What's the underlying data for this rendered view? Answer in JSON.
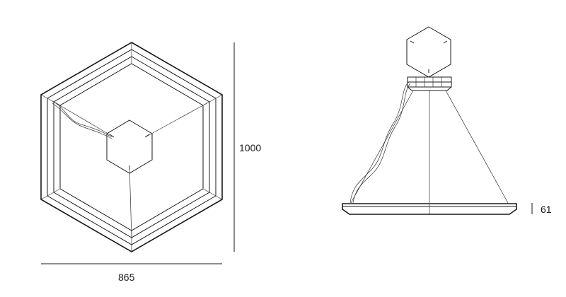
{
  "dimensions": {
    "width": "865",
    "height": "1000",
    "ring_thickness": "61"
  },
  "colors": {
    "line": "#1a1a1a",
    "background": "#ffffff"
  }
}
